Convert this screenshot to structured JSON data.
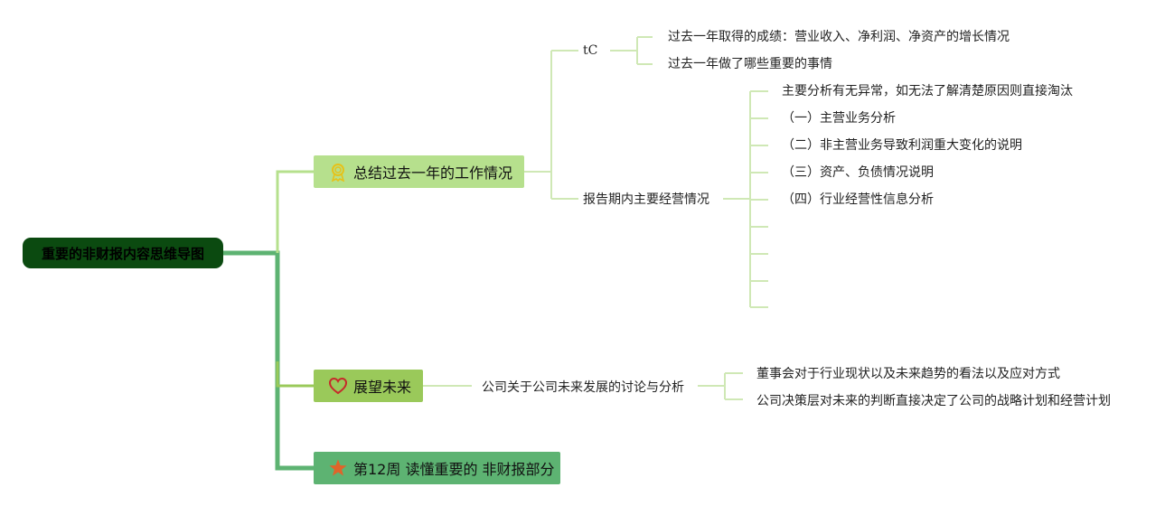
{
  "root": {
    "label": "重要的非财报内容思维导图"
  },
  "branches": [
    {
      "label": "总结过去一年的工作情况",
      "icon": "award-ribbon-icon",
      "color": "#b6e08d",
      "children": [
        {
          "label": "tC",
          "children": [
            "过去一年取得的成绩：营业收入、净利润、净资产的增长情况",
            "过去一年做了哪些重要的事情"
          ]
        },
        {
          "label": "报告期内主要经营情况",
          "children": [
            "主要分析有无异常，如无法了解清楚原因则直接淘汰",
            "（一）主营业务分析",
            "（二）非主营业务导致利润重大变化的说明",
            "（三）资产、负债情况说明",
            "（四）行业经营性信息分析",
            "",
            "",
            "",
            ""
          ]
        }
      ]
    },
    {
      "label": "展望未来",
      "icon": "heart-icon",
      "color": "#9ac95a",
      "children": [
        {
          "label": "公司关于公司未来发展的讨论与分析",
          "children": [
            "董事会对于行业现状以及未来趋势的看法以及应对方式",
            "公司决策层对未来的判断直接决定了公司的战略计划和经营计划"
          ]
        }
      ]
    },
    {
      "label": "第12周 读懂重要的 非财报部分",
      "icon": "star-icon",
      "color": "#5db372"
    }
  ],
  "colors": {
    "root": "#0b4a10",
    "trunk": "#5db372",
    "branch1_line": "#b6e08d",
    "branch2_line": "#9ac95a",
    "leaf_line": "#cfe8b5"
  }
}
